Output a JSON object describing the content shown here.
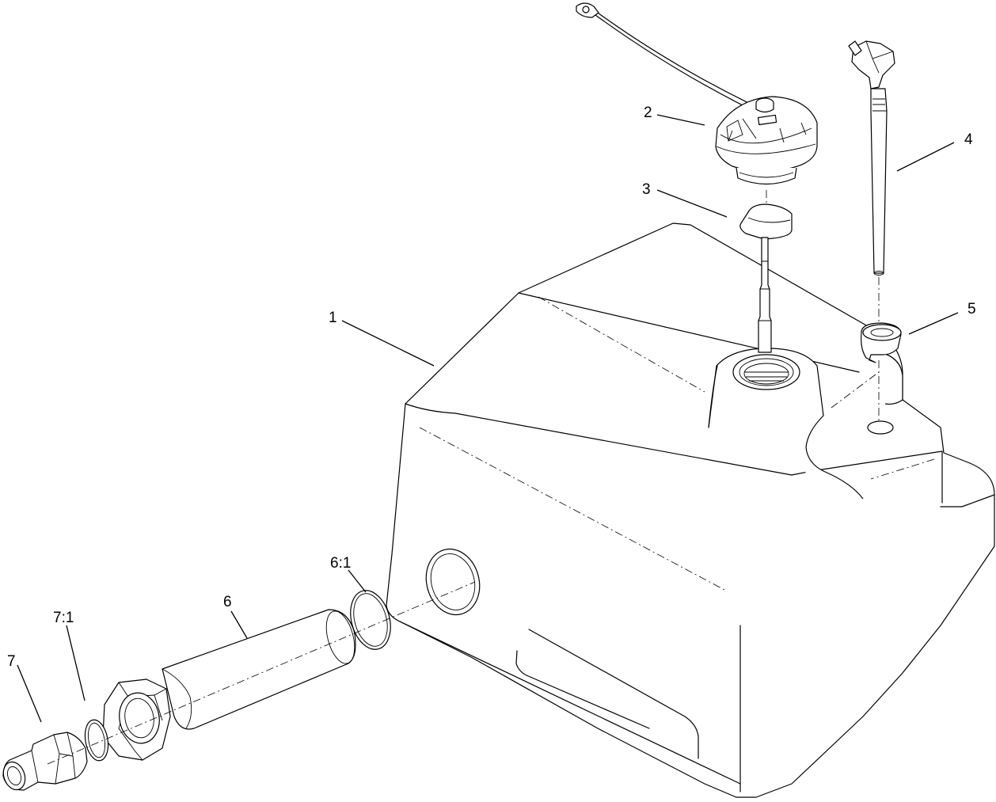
{
  "callouts": {
    "c1": "1",
    "c2": "2",
    "c3": "3",
    "c4": "4",
    "c5": "5",
    "c6": "6",
    "c6_1": "6:1",
    "c7": "7",
    "c7_1": "7:1"
  }
}
